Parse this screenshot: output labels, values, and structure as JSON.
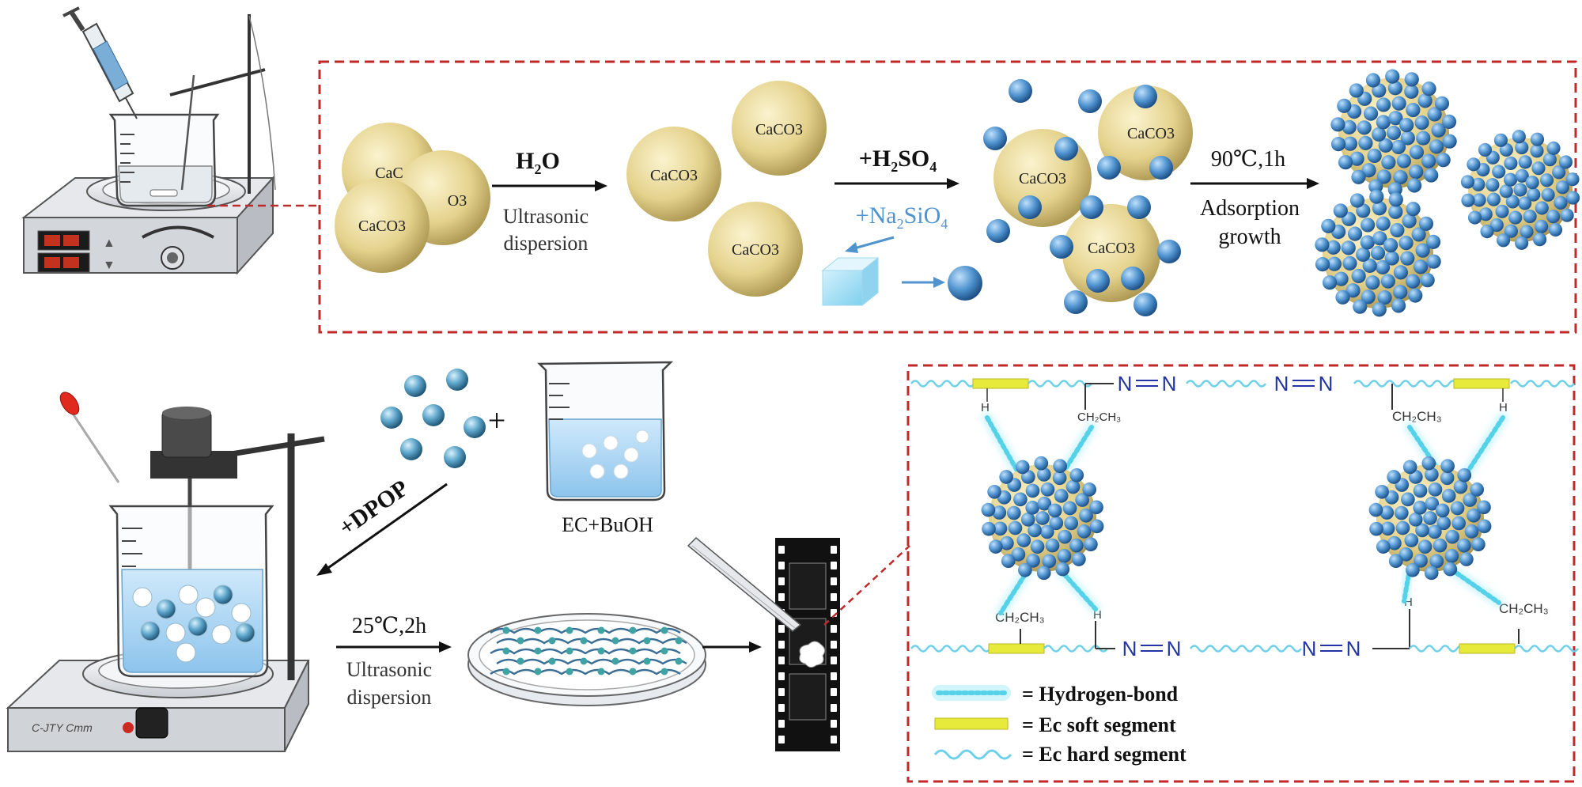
{
  "top_panel": {
    "step1_reagent": "H",
    "step1_reagent_sub": "2",
    "step1_reagent_tail": "O",
    "step1_process_line1": "Ultrasonic",
    "step1_process_line2": "dispersion",
    "step2_reagent": "+H",
    "step2_reagent_sub": "2",
    "step2_reagent_tail": "SO",
    "step2_reagent_sub2": "4",
    "step2_reagent_b": "+Na",
    "step2_reagent_b_sub": "2",
    "step2_reagent_b_tail": "SiO",
    "step2_reagent_b_sub2": "4",
    "step3_condition": "90℃,1h",
    "step3_process_line1": "Adsorption",
    "step3_process_line2": "growth",
    "particle_label": "CaCO3",
    "particle_label_partial1": "CaC",
    "particle_label_partial2": "O3"
  },
  "bottom_panel": {
    "dpop_label": "+DPOP",
    "plus_sign": "+",
    "solvent_label": "EC+BuOH",
    "condition": "25℃,2h",
    "process_line1": "Ultrasonic",
    "process_line2": "dispersion",
    "stirrer_brand": "C-JTY Cmm"
  },
  "network": {
    "azo_group": "N",
    "ethyl_group": "CH₂CH₃",
    "h_atom": "H"
  },
  "legend": {
    "items": [
      {
        "text": "= Hydrogen-bond",
        "symbol": "hydrogen-bond"
      },
      {
        "text": "= Ec soft segment",
        "symbol": "soft-segment"
      },
      {
        "text": "= Ec hard segment",
        "symbol": "hard-segment"
      }
    ]
  },
  "colors": {
    "frame_dashed": "#c0282a",
    "caco3": "#e9d99a",
    "silica_sphere": "#4f93cf",
    "hydrogen_bond": "#7fe0f0",
    "soft_segment": "#e7ea3a",
    "hard_segment": "#6fd0ea",
    "azo_text": "#2335a5"
  }
}
